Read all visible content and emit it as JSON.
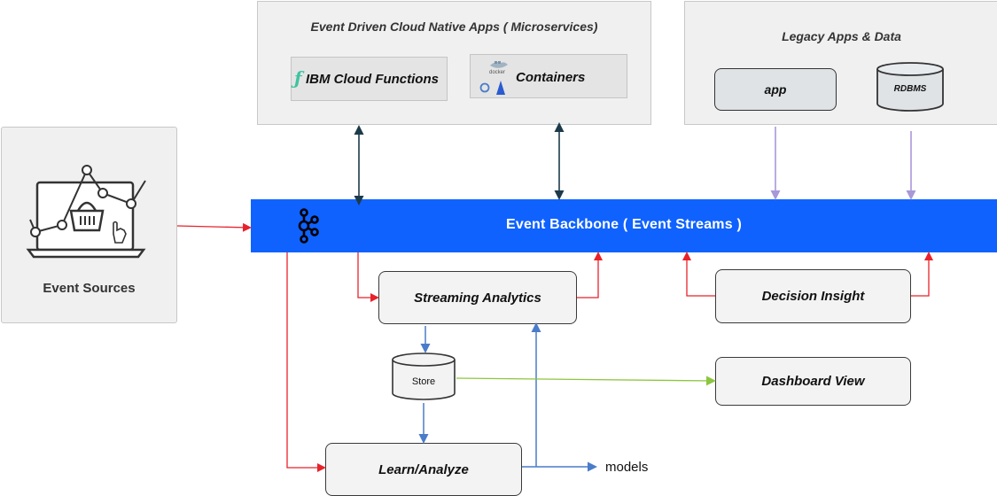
{
  "microservices": {
    "title": "Event Driven Cloud Native Apps ( Microservices)",
    "cloud_functions_label": "IBM Cloud Functions",
    "containers_label": "Containers",
    "docker_text": "docker"
  },
  "legacy": {
    "title": "Legacy Apps & Data",
    "app_label": "app",
    "rdbms_label": "RDBMS"
  },
  "event_sources": {
    "label": "Event Sources"
  },
  "backbone": {
    "label": "Event Backbone ( Event Streams )"
  },
  "nodes": {
    "streaming_analytics": "Streaming Analytics",
    "decision_insight": "Decision Insight",
    "store": "Store",
    "dashboard_view": "Dashboard View",
    "learn_analyze": "Learn/Analyze",
    "models": "models"
  },
  "colors": {
    "backbone": "#0f62fe",
    "event_flow": "#e8222a",
    "data_flow": "#4a7cc9",
    "dashboard_flow": "#8cc63f",
    "legacy_flow": "#a898d8",
    "bidirectional": "#1c3a4a"
  }
}
